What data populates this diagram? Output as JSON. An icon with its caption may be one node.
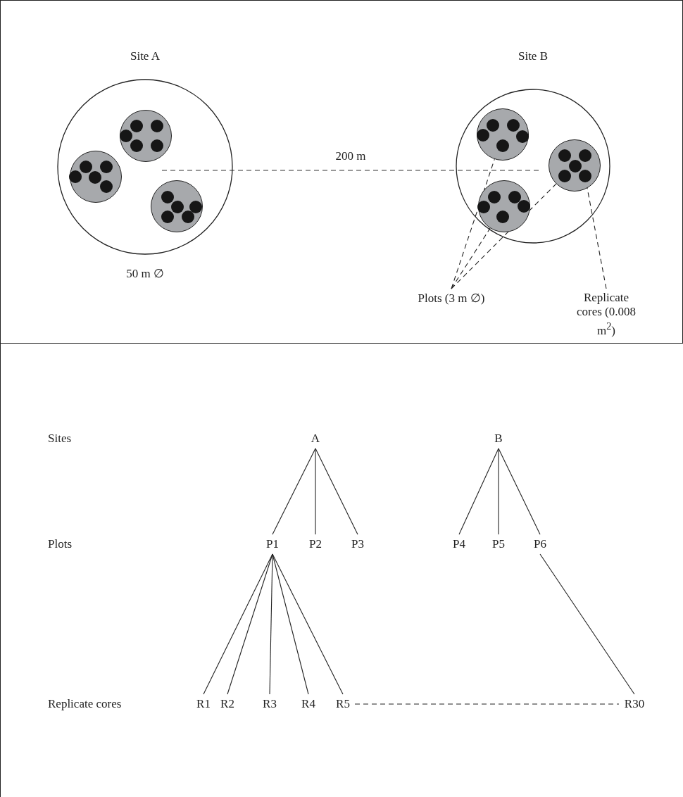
{
  "diagram": {
    "nodes": [
      {
        "text": [
          "Site A"
        ],
        "beside": [
          "50 m ∅"
        ]
      },
      {
        "text": [],
        "shape": "circle",
        "in": 0
      },
      {
        "text": [],
        "shape": "circle",
        "in": 0
      },
      {
        "text": [],
        "shape": "circle",
        "in": 0
      },
      {
        "text": [],
        "shape": "circle",
        "in": 1
      },
      {
        "text": [],
        "shape": "circle",
        "in": 1
      },
      {
        "text": [],
        "shape": "circle",
        "in": 1
      },
      {
        "text": [],
        "shape": "circle",
        "in": 1
      },
      {
        "text": [],
        "shape": "circle",
        "in": 1
      },
      {
        "text": [],
        "shape": "circle",
        "in": 2
      },
      {
        "text": [],
        "shape": "circle",
        "in": 2
      },
      {
        "text": [],
        "shape": "circle",
        "in": 2
      },
      {
        "text": [],
        "shape": "circle",
        "in": 2
      },
      {
        "text": [],
        "shape": "circle",
        "in": 2
      },
      {
        "text": [],
        "shape": "circle",
        "in": 3
      },
      {
        "text": [],
        "shape": "circle",
        "in": 3
      },
      {
        "text": [],
        "shape": "circle",
        "in": 3
      },
      {
        "text": [],
        "shape": "circle",
        "in": 3
      },
      {
        "text": [],
        "shape": "circle",
        "in": 3
      },
      {
        "text": [
          "Site B"
        ]
      },
      {
        "text": [],
        "shape": "circle",
        "in": 19
      },
      {
        "text": [],
        "shape": "circle",
        "in": 19
      },
      {
        "text": [],
        "shape": "circle",
        "in": 19
      },
      {
        "text": [],
        "shape": "circle",
        "in": 20
      },
      {
        "text": [],
        "shape": "circle",
        "in": 20
      },
      {
        "text": [],
        "shape": "circle",
        "in": 20
      },
      {
        "text": [],
        "shape": "circle",
        "in": 20
      },
      {
        "text": [],
        "shape": "circle",
        "in": 20
      },
      {
        "text": [],
        "shape": "circle",
        "in": 21
      },
      {
        "text": [],
        "shape": "circle",
        "in": 21
      },
      {
        "text": [],
        "shape": "circle",
        "in": 21
      },
      {
        "text": [],
        "shape": "circle",
        "in": 21
      },
      {
        "text": [],
        "shape": "circle",
        "in": 21
      },
      {
        "text": [],
        "shape": "circle",
        "in": 22
      },
      {
        "text": [],
        "shape": "circle",
        "in": 22
      },
      {
        "text": [],
        "shape": "circle",
        "in": 22
      },
      {
        "text": [],
        "shape": "circle",
        "in": 22
      },
      {
        "text": [],
        "shape": "circle",
        "in": 22
      },
      {
        "text": [
          "Plots (3 m ∅)"
        ]
      },
      {
        "text": [
          "Replicate cores (0.008 m$^{2}$)"
        ]
      },
      {
        "text": [
          "A"
        ]
      },
      {
        "text": [
          "B"
        ]
      },
      {
        "text": [
          "P1"
        ]
      },
      {
        "text": [
          "P2"
        ]
      },
      {
        "text": [
          "P3"
        ]
      },
      {
        "text": [
          "P4"
        ]
      },
      {
        "text": [
          "P5"
        ]
      },
      {
        "text": [
          "P6"
        ]
      },
      {
        "text": [
          "R1"
        ]
      },
      {
        "text": [
          "R2"
        ]
      },
      {
        "text": [
          "R3"
        ]
      },
      {
        "text": [
          "R4"
        ]
      },
      {
        "text": [
          "R5"
        ]
      },
      {
        "text": [
          "R30"
        ]
      }
    ],
    "edges": [
      {
        "from": 38,
        "to": 20,
        "arrow": "none",
        "style": "dashed"
      },
      {
        "from": 38,
        "to": 22,
        "arrow": "none",
        "style": "dashed"
      },
      {
        "from": 38,
        "to": 21,
        "arrow": "none",
        "style": "dashed"
      },
      {
        "from": 39,
        "to": 32,
        "arrow": "none",
        "style": "dashed"
      },
      {
        "from": 40,
        "to": 42,
        "arrow": "none"
      },
      {
        "from": 40,
        "to": 43,
        "arrow": "none"
      },
      {
        "from": 40,
        "to": 44,
        "arrow": "none"
      },
      {
        "from": 41,
        "to": 45,
        "arrow": "none"
      },
      {
        "from": 41,
        "to": 46,
        "arrow": "none"
      },
      {
        "from": 41,
        "to": 47,
        "arrow": "none"
      },
      {
        "from": 42,
        "to": 48,
        "arrow": "none"
      },
      {
        "from": 42,
        "to": 49,
        "arrow": "none"
      },
      {
        "from": 42,
        "to": 50,
        "arrow": "none"
      },
      {
        "from": 42,
        "to": 51,
        "arrow": "none"
      },
      {
        "from": 42,
        "to": 52,
        "arrow": "none"
      },
      {
        "from": 47,
        "to": 53,
        "arrow": "none"
      },
      {
        "from": 52,
        "to": 53,
        "arrow": "none",
        "style": "dashed"
      }
    ],
    "labels": [
      "200 m",
      "Sites",
      "Plots",
      "Replicate cores"
    ]
  }
}
